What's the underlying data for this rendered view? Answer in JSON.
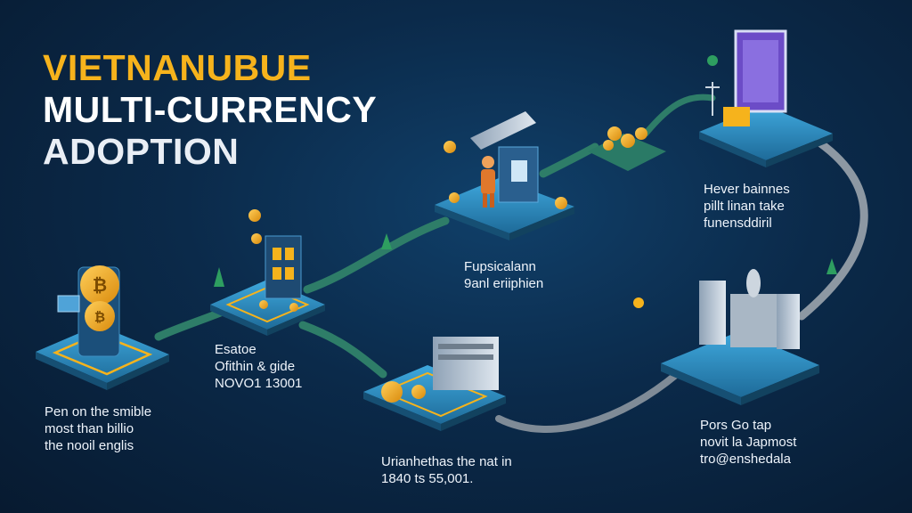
{
  "title": {
    "line1": "VIETNANUBUE",
    "line2": "MULTI-CURRENCY",
    "line3": "ADOPTION"
  },
  "captions": {
    "c1": [
      "Pen on the smible",
      "most than billio",
      "the nooil englis"
    ],
    "c2": [
      "Esatoe",
      "Ofithin & gide",
      "NOVO1 13001"
    ],
    "c3": [
      "Fupsicalann",
      "9anl eriiphien"
    ],
    "c4": [
      "Urianhethas the nat in",
      "1840 ts 55,001."
    ],
    "c5": [
      "Hever bainnes",
      "pillt linan take",
      "funensddiril"
    ],
    "c6": [
      "Pors Go tap",
      "novit la Japmost",
      "tro@enshedala"
    ]
  },
  "icons": [
    "bitcoin-coin-icon",
    "atm-kiosk-icon",
    "server-rack-icon",
    "monitor-icon",
    "antenna-icon",
    "plant-icon"
  ],
  "colors": {
    "background": "#0b2a4a",
    "accent": "#f6b31c",
    "platform": "#2f8fc4",
    "path": "#2e7d68",
    "text": "#ffffff"
  }
}
